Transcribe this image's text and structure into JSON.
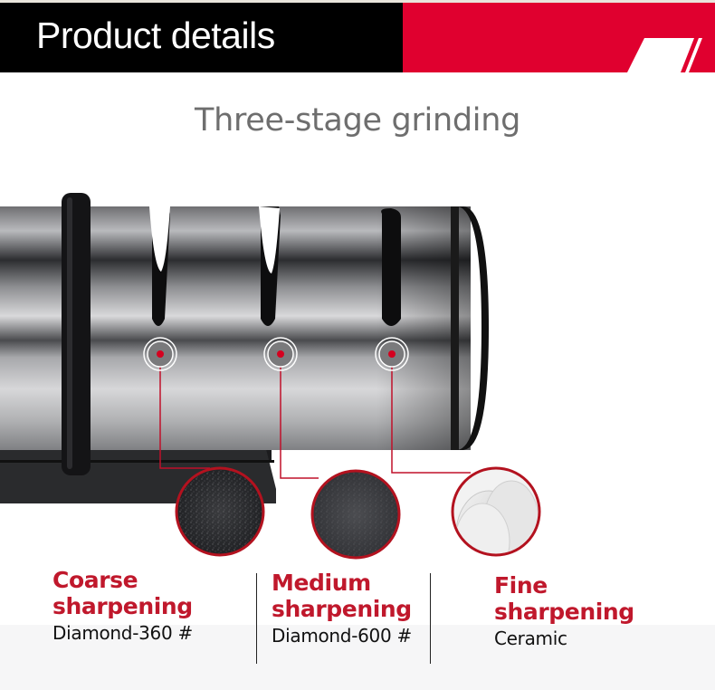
{
  "header": {
    "title": "Product details",
    "colors": {
      "black_panel": "#000000",
      "red_panel": "#e0002f"
    }
  },
  "subtitle": "Three-stage grinding",
  "illustration": {
    "subject": "three-stage knife sharpener, stainless steel cylinder with black ring and base",
    "markers": [
      {
        "slot": "coarse",
        "color": "#d4001f"
      },
      {
        "slot": "medium",
        "color": "#d4001f"
      },
      {
        "slot": "fine",
        "color": "#d4001f"
      }
    ],
    "callout_line_color": "#c0102a"
  },
  "stages": [
    {
      "title_line1": "Coarse",
      "title_line2": "sharpening",
      "material": "Diamond-360 #",
      "swatch": "black-diamond-grit"
    },
    {
      "title_line1": "Medium",
      "title_line2": "sharpening",
      "material": "Diamond-600 #",
      "swatch": "gray-diamond-grit"
    },
    {
      "title_line1": "Fine",
      "title_line2": "sharpening",
      "material": "Ceramic",
      "swatch": "white-ceramic-wheel"
    }
  ],
  "accent_color": "#c0182c"
}
